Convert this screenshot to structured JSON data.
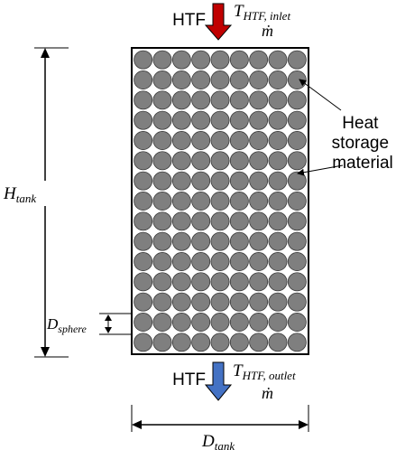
{
  "inlet": {
    "htf_label": "HTF",
    "temp_main": "T",
    "temp_sub": "HTF, inlet",
    "mass_flow": "ṁ",
    "arrow_color": "#c00000"
  },
  "outlet": {
    "htf_label": "HTF",
    "temp_main": "T",
    "temp_sub": "HTF, outlet",
    "mass_flow": "ṁ",
    "arrow_color": "#4472c4"
  },
  "tank_height": {
    "main": "H",
    "sub": "tank"
  },
  "tank_diameter": {
    "main": "D",
    "sub": "tank"
  },
  "sphere_diameter": {
    "main": "D",
    "sub": "sphere"
  },
  "material_label": {
    "line1": "Heat",
    "line2": "storage",
    "line3": "material"
  },
  "packing": {
    "columns": 9,
    "rows": 15,
    "sphere_color": "#7f7f7f",
    "sphere_stroke": "#3a3a3a"
  }
}
